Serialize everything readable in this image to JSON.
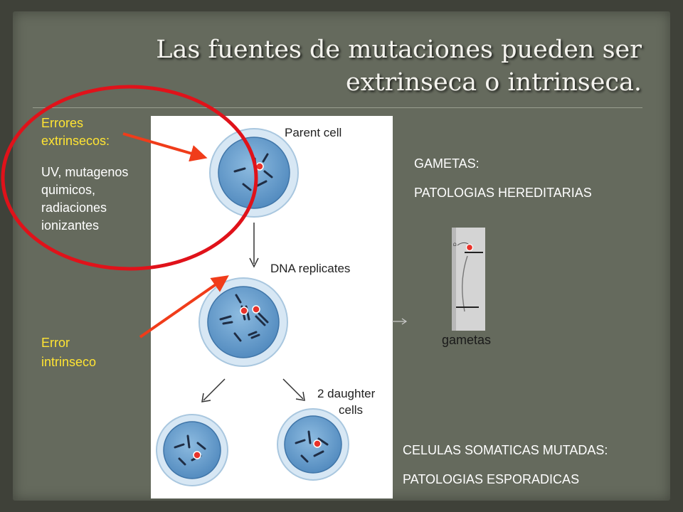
{
  "title": {
    "line1": "Las fuentes de mutaciones pueden ser",
    "line2": "extrinseca o intrinseca."
  },
  "extrinsic": {
    "heading_line1": "Errores",
    "heading_line2": "extrinsecos:",
    "items": [
      "UV, mutagenos",
      "quimicos,",
      "radiaciones",
      "ionizantes"
    ]
  },
  "intrinsic": {
    "line1": "Error",
    "line2": "intrinseco"
  },
  "diagram": {
    "parent_label": "Parent cell",
    "replicate_label": "DNA replicates",
    "daughter_line1": "2 daughter",
    "daughter_line2": "cells"
  },
  "gametes": {
    "heading": "GAMETAS:",
    "pathology": "PATOLOGIAS HEREDITARIAS",
    "caption": "gametas"
  },
  "somatic": {
    "heading": "CELULAS SOMATICAS MUTADAS:",
    "pathology": "PATOLOGIAS ESPORADICAS"
  },
  "colors": {
    "highlight_yellow": "#ffe433",
    "ellipse_red": "#e0121a",
    "arrow_orange": "#f03c1a",
    "mutation_dot": "#e8322a",
    "cell_blue": "#5b96c8"
  }
}
